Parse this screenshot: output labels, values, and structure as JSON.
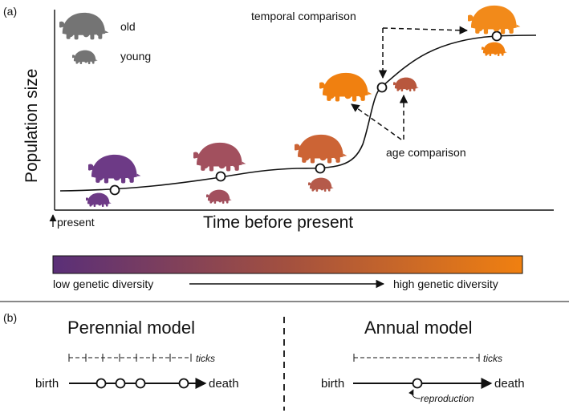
{
  "panel_a": {
    "label": "(a)",
    "y_axis_label": "Population size",
    "x_axis_label": "Time before present",
    "present_marker": "present",
    "legend": {
      "old": "old",
      "young": "young"
    },
    "annotations": {
      "temporal": "temporal comparison",
      "age": "age comparison"
    },
    "diversity_bar": {
      "low_label": "low genetic diversity",
      "high_label": "high genetic diversity",
      "color_low": "#5a2f78",
      "color_high": "#f08010"
    },
    "tortoise_colors": [
      "#6d3a86",
      "#a2505e",
      "#cc6435",
      "#f08010",
      "#f28a1a"
    ]
  },
  "panel_b": {
    "label": "(b)",
    "perennial": {
      "title": "Perennial model",
      "ticks_label": "ticks",
      "birth_label": "birth",
      "death_label": "death"
    },
    "annual": {
      "title": "Annual model",
      "ticks_label": "ticks",
      "birth_label": "birth",
      "death_label": "death",
      "reproduction_label": "reproduction"
    }
  }
}
